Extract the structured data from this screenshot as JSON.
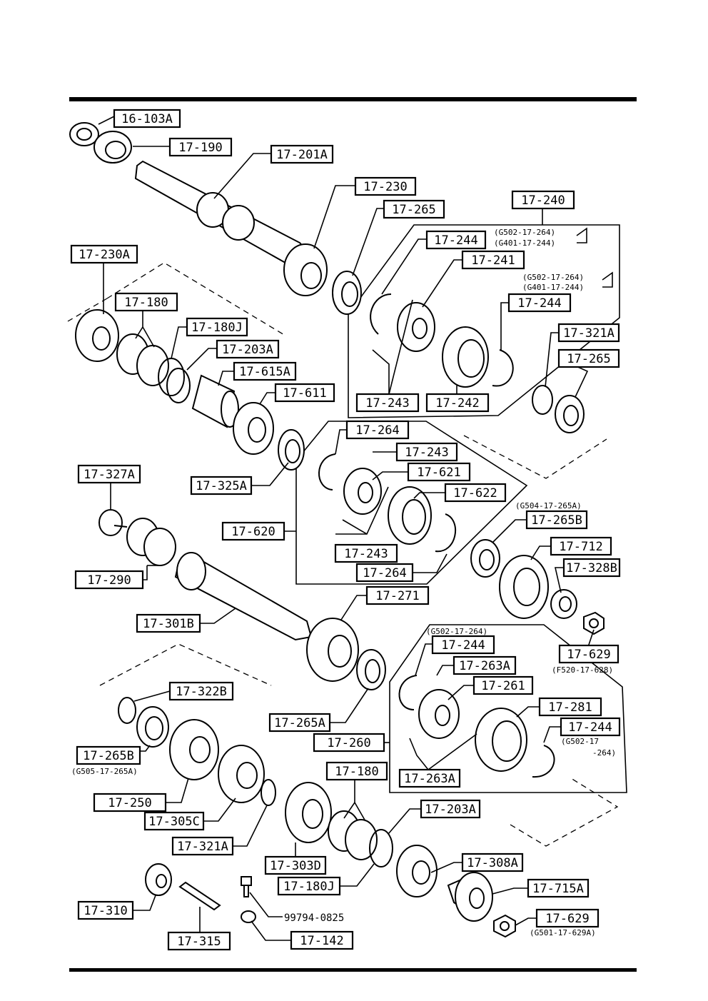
{
  "diagram": {
    "labels": {
      "l16_103A": "16-103A",
      "l17_190": "17-190",
      "l17_201A": "17-201A",
      "l17_230": "17-230",
      "l17_265_top": "17-265",
      "l17_240": "17-240",
      "l17_244_a": "17-244",
      "l17_241": "17-241",
      "l17_244_b": "17-244",
      "l17_321A_top": "17-321A",
      "l17_265_right": "17-265",
      "l17_243_top": "17-243",
      "l17_242": "17-242",
      "l17_230A": "17-230A",
      "l17_180_top": "17-180",
      "l17_180J_top": "17-180J",
      "l17_203A_top": "17-203A",
      "l17_615A": "17-615A",
      "l17_611": "17-611",
      "l17_264_a": "17-264",
      "l17_243_mid": "17-243",
      "l17_621": "17-621",
      "l17_622": "17-622",
      "l17_325A": "17-325A",
      "l17_327A": "17-327A",
      "l17_620": "17-620",
      "l17_243_low": "17-243",
      "l17_264_b": "17-264",
      "l17_265B_right": "17-265B",
      "l17_712": "17-712",
      "l17_328B": "17-328B",
      "l17_290": "17-290",
      "l17_271": "17-271",
      "l17_301B": "17-301B",
      "l17_629_top": "17-629",
      "l17_244_c": "17-244",
      "l17_263A_top": "17-263A",
      "l17_261": "17-261",
      "l17_322B": "17-322B",
      "l17_281": "17-281",
      "l17_244_d": "17-244",
      "l17_265A": "17-265A",
      "l17_260": "17-260",
      "l17_265B_left": "17-265B",
      "l17_263A_low": "17-263A",
      "l17_180_low": "17-180",
      "l17_203A_low": "17-203A",
      "l17_250": "17-250",
      "l17_305C": "17-305C",
      "l17_321A_low": "17-321A",
      "l17_303D": "17-303D",
      "l17_308A": "17-308A",
      "l17_180J_low": "17-180J",
      "l17_715A": "17-715A",
      "l17_310": "17-310",
      "l99794": "99794-0825",
      "l17_629_low": "17-629",
      "l17_315": "17-315",
      "l17_142": "17-142"
    },
    "notes": {
      "n1a": "(G502-17-264)",
      "n1b": "(G401-17-244)",
      "n2a": "(G502-17-264)",
      "n2b": "(G401-17-244)",
      "n3": "(G504-17-265A)",
      "n4": "(F520-17-628)",
      "n5": "(G502-17-264)",
      "n6a": "(G502-17",
      "n6b": "-264)",
      "n7": "(G505-17-265A)",
      "n8": "(G501-17-629A)"
    }
  }
}
